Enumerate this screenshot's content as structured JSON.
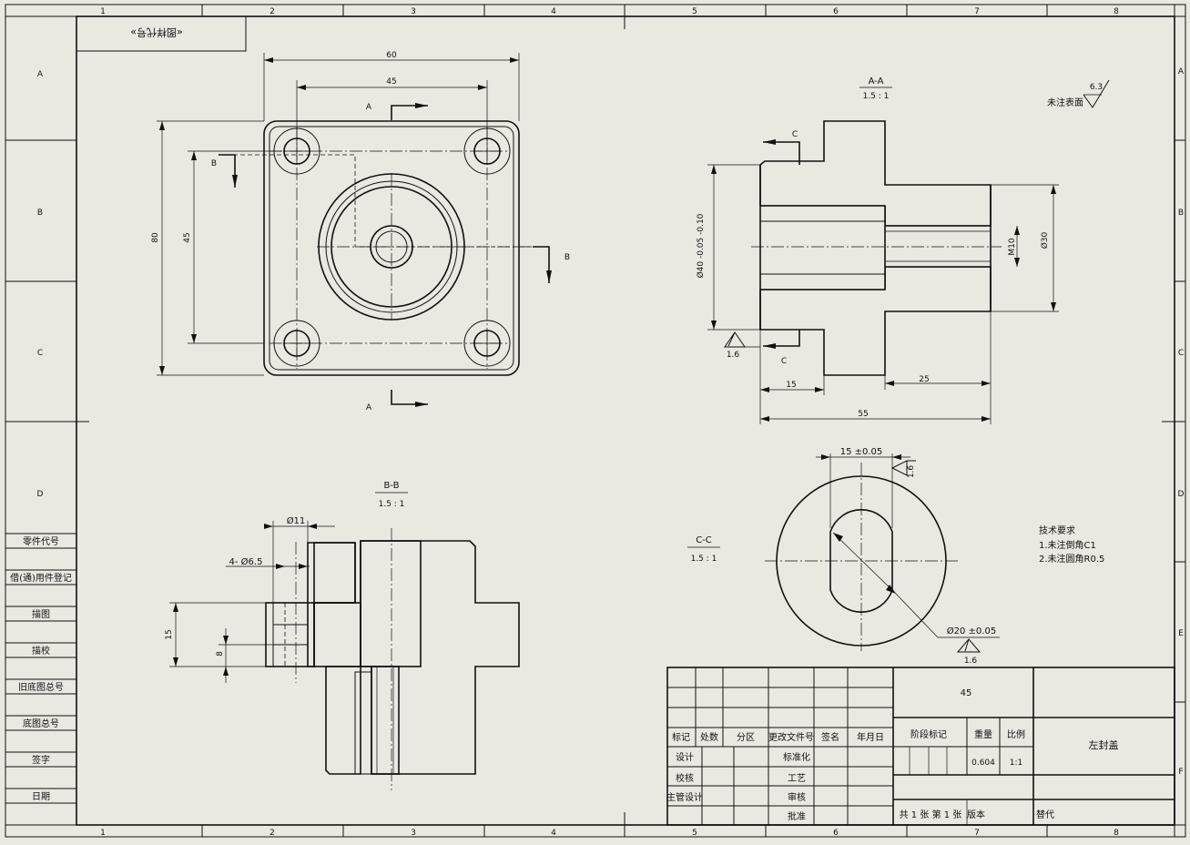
{
  "frame": {
    "columns": [
      "1",
      "2",
      "3",
      "4",
      "5",
      "6",
      "7",
      "8"
    ],
    "rows": [
      "A",
      "B",
      "C",
      "D",
      "E",
      "F"
    ]
  },
  "corner_label": "«图样代号»",
  "left_strip": [
    "零件代号",
    "借(通)用件登记",
    "描图",
    "描校",
    "旧底图总号",
    "底图总号",
    "签字",
    "日期"
  ],
  "view_top": {
    "dims": {
      "w60": "60",
      "w45": "45",
      "h80": "80",
      "h45": "45"
    },
    "section_marks": {
      "a_top": "A",
      "a_bottom": "A",
      "b_left": "B",
      "b_right": "B"
    }
  },
  "view_aa": {
    "title": "A-A",
    "scale": "1.5 : 1",
    "dims": {
      "dia40": "Ø40 -0.05 -0.10",
      "m10": "M10",
      "dia30": "Ø30",
      "l15": "15",
      "l25": "25",
      "l55": "55"
    },
    "section_marks": {
      "c_top": "C",
      "c_bottom": "C"
    },
    "roughness": "1.6"
  },
  "surface_note": {
    "text": "未注表面",
    "value": "6.3"
  },
  "view_bb": {
    "title": "B-B",
    "scale": "1.5 : 1",
    "dims": {
      "dia11": "Ø11",
      "holes": "4- Ø6.5",
      "h15": "15",
      "h8": "8"
    }
  },
  "view_cc": {
    "title": "C-C",
    "scale": "1.5 : 1",
    "dims": {
      "w15": "15 ±0.05",
      "dia20": "Ø20 ±0.05"
    },
    "roughness_top": "1.6",
    "roughness_bottom": "1.6"
  },
  "tech_req": {
    "title": "技术要求",
    "items": [
      "1.未注倒角C1",
      "2.未注圆角R0.5"
    ]
  },
  "title_block": {
    "material": "45",
    "part_name": "左封盖",
    "header": [
      "标记",
      "处数",
      "分区",
      "更改文件号",
      "签名",
      "年月日"
    ],
    "roles_left": [
      "设计",
      "校核",
      "主管设计"
    ],
    "roles_mid": [
      "标准化",
      "工艺",
      "审核",
      "批准"
    ],
    "stage_label": "阶段标记",
    "weight_label": "重量",
    "scale_label": "比例",
    "weight": "0.604",
    "scale": "1:1",
    "sheets_total": "共 1 张",
    "sheet_no": "第 1 张",
    "version": "版本",
    "replaces": "替代"
  }
}
